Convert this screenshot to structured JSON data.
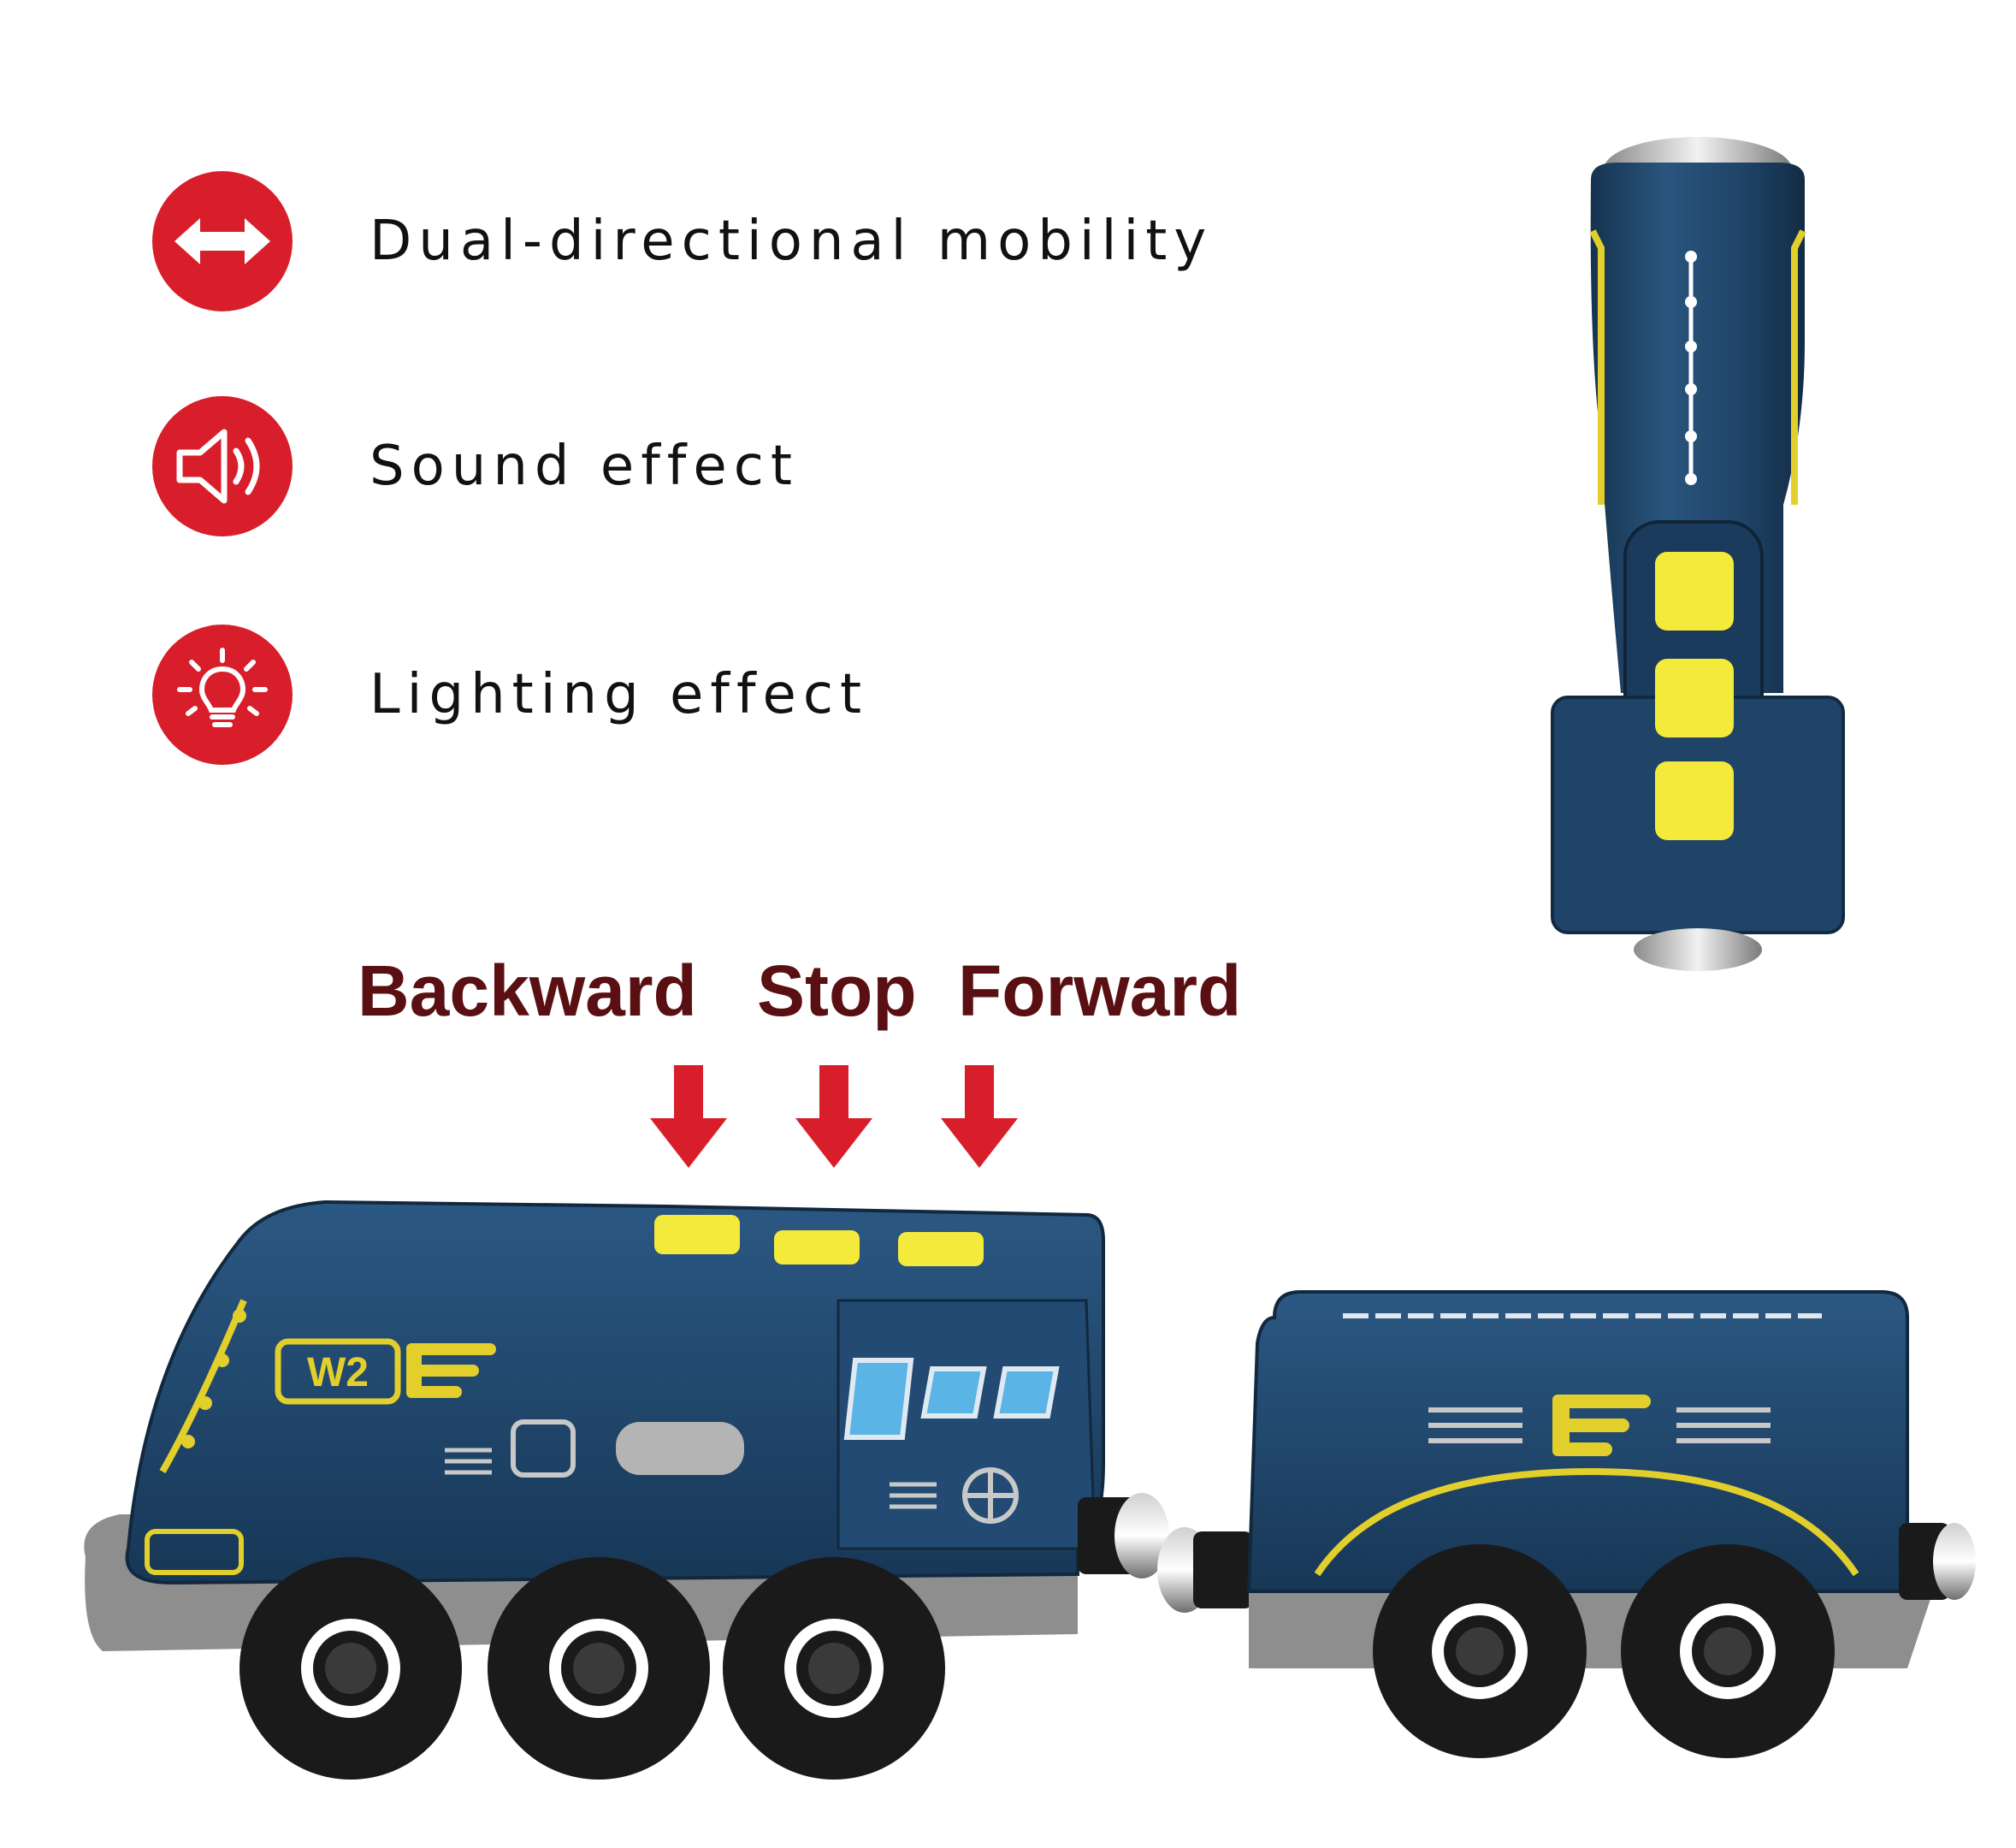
{
  "features": [
    {
      "icon": "double-arrow-icon",
      "label": "Dual-directional mobility"
    },
    {
      "icon": "speaker-icon",
      "label": "Sound effect"
    },
    {
      "icon": "light-bulb-icon",
      "label": "Lighting effect"
    }
  ],
  "controls": {
    "backward": "Backward",
    "stop": "Stop",
    "forward": "Forward"
  },
  "locomotive": {
    "badge": "W2"
  },
  "colors": {
    "accent_red": "#d81e2a",
    "label_dark_red": "#5a0f12",
    "train_blue": "#1f4468",
    "button_yellow": "#f4ea3c",
    "frame_grey": "#8e8e8e"
  }
}
